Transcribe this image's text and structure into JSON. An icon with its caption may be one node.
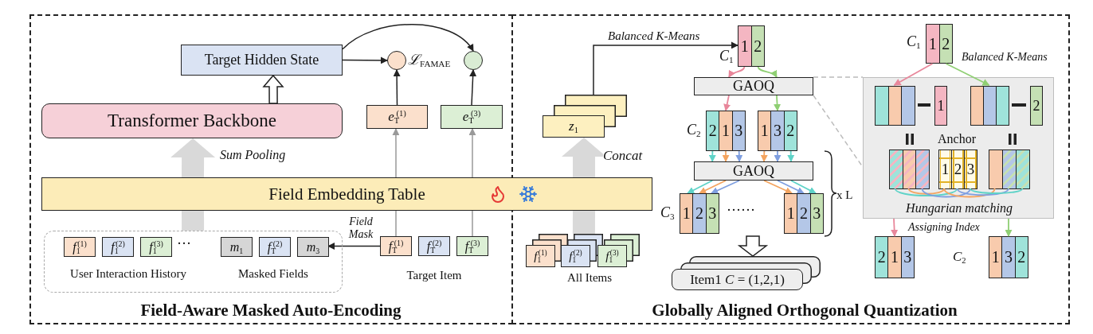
{
  "diagram": {
    "nodes": [
      {
        "text": [
          "Target Hidden State"
        ]
      },
      {
        "text": [],
        "shape": "circle"
      },
      {
        "text": [],
        "shape": "circle"
      },
      {
        "text": [
          "Transformer Backbone"
        ]
      },
      {
        "text": [
          "*e*$_{T}$$^{(1)}$"
        ]
      },
      {
        "text": [
          "*e*$_{T}$$^{(3)}$"
        ]
      },
      {
        "text": [
          "Field Embedding Table"
        ]
      },
      {
        "text": [
          "User Interaction History",
          "Masked Fields"
        ]
      },
      {
        "text": [
          "*f*$_{1}$$^{(1)}$"
        ],
        "in": 7
      },
      {
        "text": [
          "*f*$_{1}$$^{(2)}$"
        ],
        "in": 7
      },
      {
        "text": [
          "*f*$_{1}$$^{(3)}$"
        ],
        "in": 7
      },
      {
        "text": [
          "*m*$_{1}$"
        ],
        "in": 7
      },
      {
        "text": [
          "*f*$_{T}$$^{(2)}$"
        ],
        "in": 7
      },
      {
        "text": [
          "*m*$_{3}$"
        ],
        "in": 7
      },
      {
        "text": [
          "*f*$_{T}$$^{(1)}$"
        ]
      },
      {
        "text": [
          "*f*$_{T}$$^{(2)}$"
        ]
      },
      {
        "text": [
          "*f*$_{T}$$^{(3)}$"
        ]
      },
      {
        "text": [
          "*z*$_{1}$"
        ]
      },
      {
        "text": [
          "*f*$_{1}$$^{(1)}$"
        ]
      },
      {
        "text": [
          "*f*$_{1}$$^{(2)}$"
        ]
      },
      {
        "text": [
          "*f*$_{1}$$^{(3)}$"
        ]
      },
      {
        "text": [
          "1",
          "2"
        ],
        "beside": [
          "*C*$_{1}$"
        ]
      },
      {
        "text": [
          "GAOQ"
        ]
      },
      {
        "text": [
          "2",
          "1",
          "3"
        ],
        "beside": [
          "*C*$_{2}$"
        ]
      },
      {
        "text": [
          "1",
          "3",
          "2"
        ]
      },
      {
        "text": [
          "GAOQ"
        ]
      },
      {
        "text": [
          "1",
          "2",
          "3"
        ],
        "beside": [
          "*C*$_{3}$"
        ]
      },
      {
        "text": [
          "1",
          "2",
          "3"
        ]
      },
      {
        "text": [
          "Item1 *C* = (1,2,1)"
        ]
      },
      {
        "text": [
          "1",
          "2"
        ],
        "beside": [
          "*C*$_{1}$"
        ]
      },
      {
        "text": [
          "Hungarian matching"
        ]
      },
      {
        "text": [],
        "shape": "bar",
        "in": 30
      },
      {
        "text": [
          "1"
        ],
        "in": 30
      },
      {
        "text": [],
        "shape": "bar",
        "in": 30
      },
      {
        "text": [
          "2"
        ],
        "in": 30
      },
      {
        "text": [],
        "shape": "bar",
        "in": 30
      },
      {
        "text": [
          "1",
          "2",
          "3"
        ],
        "beside": [
          "Anchor"
        ],
        "in": 30
      },
      {
        "text": [],
        "shape": "bar",
        "in": 30
      },
      {
        "text": [
          "2",
          "1",
          "3"
        ]
      },
      {
        "text": [
          "1",
          "3",
          "2"
        ]
      }
    ],
    "edges": [
      {
        "from": 0,
        "to": 1,
        "arrow": "to"
      },
      {
        "from": 0,
        "to": 2,
        "arrow": "to"
      },
      {
        "from": 3,
        "to": 0,
        "arrow": "to",
        "style": "thick"
      },
      {
        "from": 4,
        "to": 1,
        "arrow": "to"
      },
      {
        "from": 5,
        "to": 2,
        "arrow": "to"
      },
      {
        "from": 7,
        "to": 6,
        "arrow": "none",
        "style": "thick",
        "color": "#d9d9d9"
      },
      {
        "from": 6,
        "to": 3,
        "arrow": "to",
        "style": "thick",
        "color": "#d9d9d9",
        "label": "Sum Pooling"
      },
      {
        "from": 14,
        "to": 6,
        "arrow": "none",
        "color": "#999999"
      },
      {
        "from": 6,
        "to": 4,
        "arrow": "to",
        "color": "#999999"
      },
      {
        "from": 16,
        "to": 6,
        "arrow": "none",
        "color": "#999999"
      },
      {
        "from": 6,
        "to": 5,
        "arrow": "to",
        "color": "#999999"
      },
      {
        "from": 14,
        "to": 13,
        "arrow": "to",
        "label": "Field Mask"
      },
      {
        "from": 19,
        "to": 6,
        "arrow": "none",
        "style": "thick",
        "color": "#d9d9d9"
      },
      {
        "from": 6,
        "to": 17,
        "arrow": "to",
        "style": "thick",
        "color": "#d9d9d9",
        "label": "Concat"
      },
      {
        "from": 17,
        "to": 21,
        "arrow": "to",
        "label": "Balanced K-Means"
      },
      {
        "from": 21,
        "to": 22,
        "arrow": "to",
        "color": "#e8879b"
      },
      {
        "from": 21,
        "to": 22,
        "arrow": "to",
        "color": "#8fcf73"
      },
      {
        "from": 22,
        "to": 23,
        "arrow": "to",
        "color": "#e8879b"
      },
      {
        "from": 22,
        "to": 24,
        "arrow": "to",
        "color": "#8fcf73"
      },
      {
        "from": 23,
        "to": 25,
        "arrow": "to",
        "color": "#5fd3c8"
      },
      {
        "from": 23,
        "to": 25,
        "arrow": "to",
        "color": "#f4a460"
      },
      {
        "from": 23,
        "to": 25,
        "arrow": "to",
        "color": "#7f9fe0"
      },
      {
        "from": 24,
        "to": 25,
        "arrow": "to",
        "color": "#f4a460"
      },
      {
        "from": 24,
        "to": 25,
        "arrow": "to",
        "color": "#7f9fe0"
      },
      {
        "from": 24,
        "to": 25,
        "arrow": "to",
        "color": "#5fd3c8"
      },
      {
        "from": 25,
        "to": 26,
        "arrow": "to",
        "color": "#5fd3c8"
      },
      {
        "from": 25,
        "to": 26,
        "arrow": "to",
        "color": "#f4a460"
      },
      {
        "from": 25,
        "to": 26,
        "arrow": "to",
        "color": "#7f9fe0"
      },
      {
        "from": 25,
        "to": 27,
        "arrow": "to",
        "color": "#f4a460"
      },
      {
        "from": 25,
        "to": 27,
        "arrow": "to",
        "color": "#7f9fe0"
      },
      {
        "from": 25,
        "to": 27,
        "arrow": "to",
        "color": "#5fd3c8"
      },
      {
        "from": null,
        "to": 28,
        "arrow": "to",
        "style": "thick"
      },
      {
        "from": 22,
        "to": 30,
        "arrow": "none",
        "style": "dashed",
        "color": "#bbbbbb"
      },
      {
        "from": 22,
        "to": 30,
        "arrow": "none",
        "style": "dashed",
        "color": "#bbbbbb"
      },
      {
        "from": 29,
        "to": 31,
        "arrow": "to",
        "color": "#e8879b"
      },
      {
        "from": 29,
        "to": 33,
        "arrow": "to",
        "color": "#8fcf73"
      },
      {
        "from": 35,
        "to": 36,
        "arrow": "none",
        "color": "#5fd3c8"
      },
      {
        "from": 35,
        "to": 36,
        "arrow": "none",
        "color": "#f4a460"
      },
      {
        "from": 35,
        "to": 36,
        "arrow": "none",
        "color": "#7f9fe0"
      },
      {
        "from": 37,
        "to": 36,
        "arrow": "none",
        "color": "#f4a460"
      },
      {
        "from": 37,
        "to": 36,
        "arrow": "none",
        "color": "#7f9fe0"
      },
      {
        "from": 37,
        "to": 36,
        "arrow": "none",
        "color": "#5fd3c8"
      },
      {
        "from": 30,
        "to": 38,
        "arrow": "to",
        "color": "#e8879b"
      },
      {
        "from": 30,
        "to": 39,
        "arrow": "to",
        "color": "#8fcf73"
      },
      {
        "from": 31,
        "to": 32,
        "arrow": "none",
        "style": "thick",
        "color": "#222222"
      },
      {
        "from": 33,
        "to": 34,
        "arrow": "none",
        "style": "thick",
        "color": "#222222"
      }
    ],
    "labels": [
      "*ℒ*$_{FAMAE}$",
      "···",
      "Target Item",
      "Field-Aware Masked Auto-Encoding",
      "All Items",
      "······",
      "x L",
      "Globally Aligned Orthogonal Quantization",
      "Balanced K-Means",
      "Assigning Index",
      "*C*$_{2}$"
    ]
  }
}
